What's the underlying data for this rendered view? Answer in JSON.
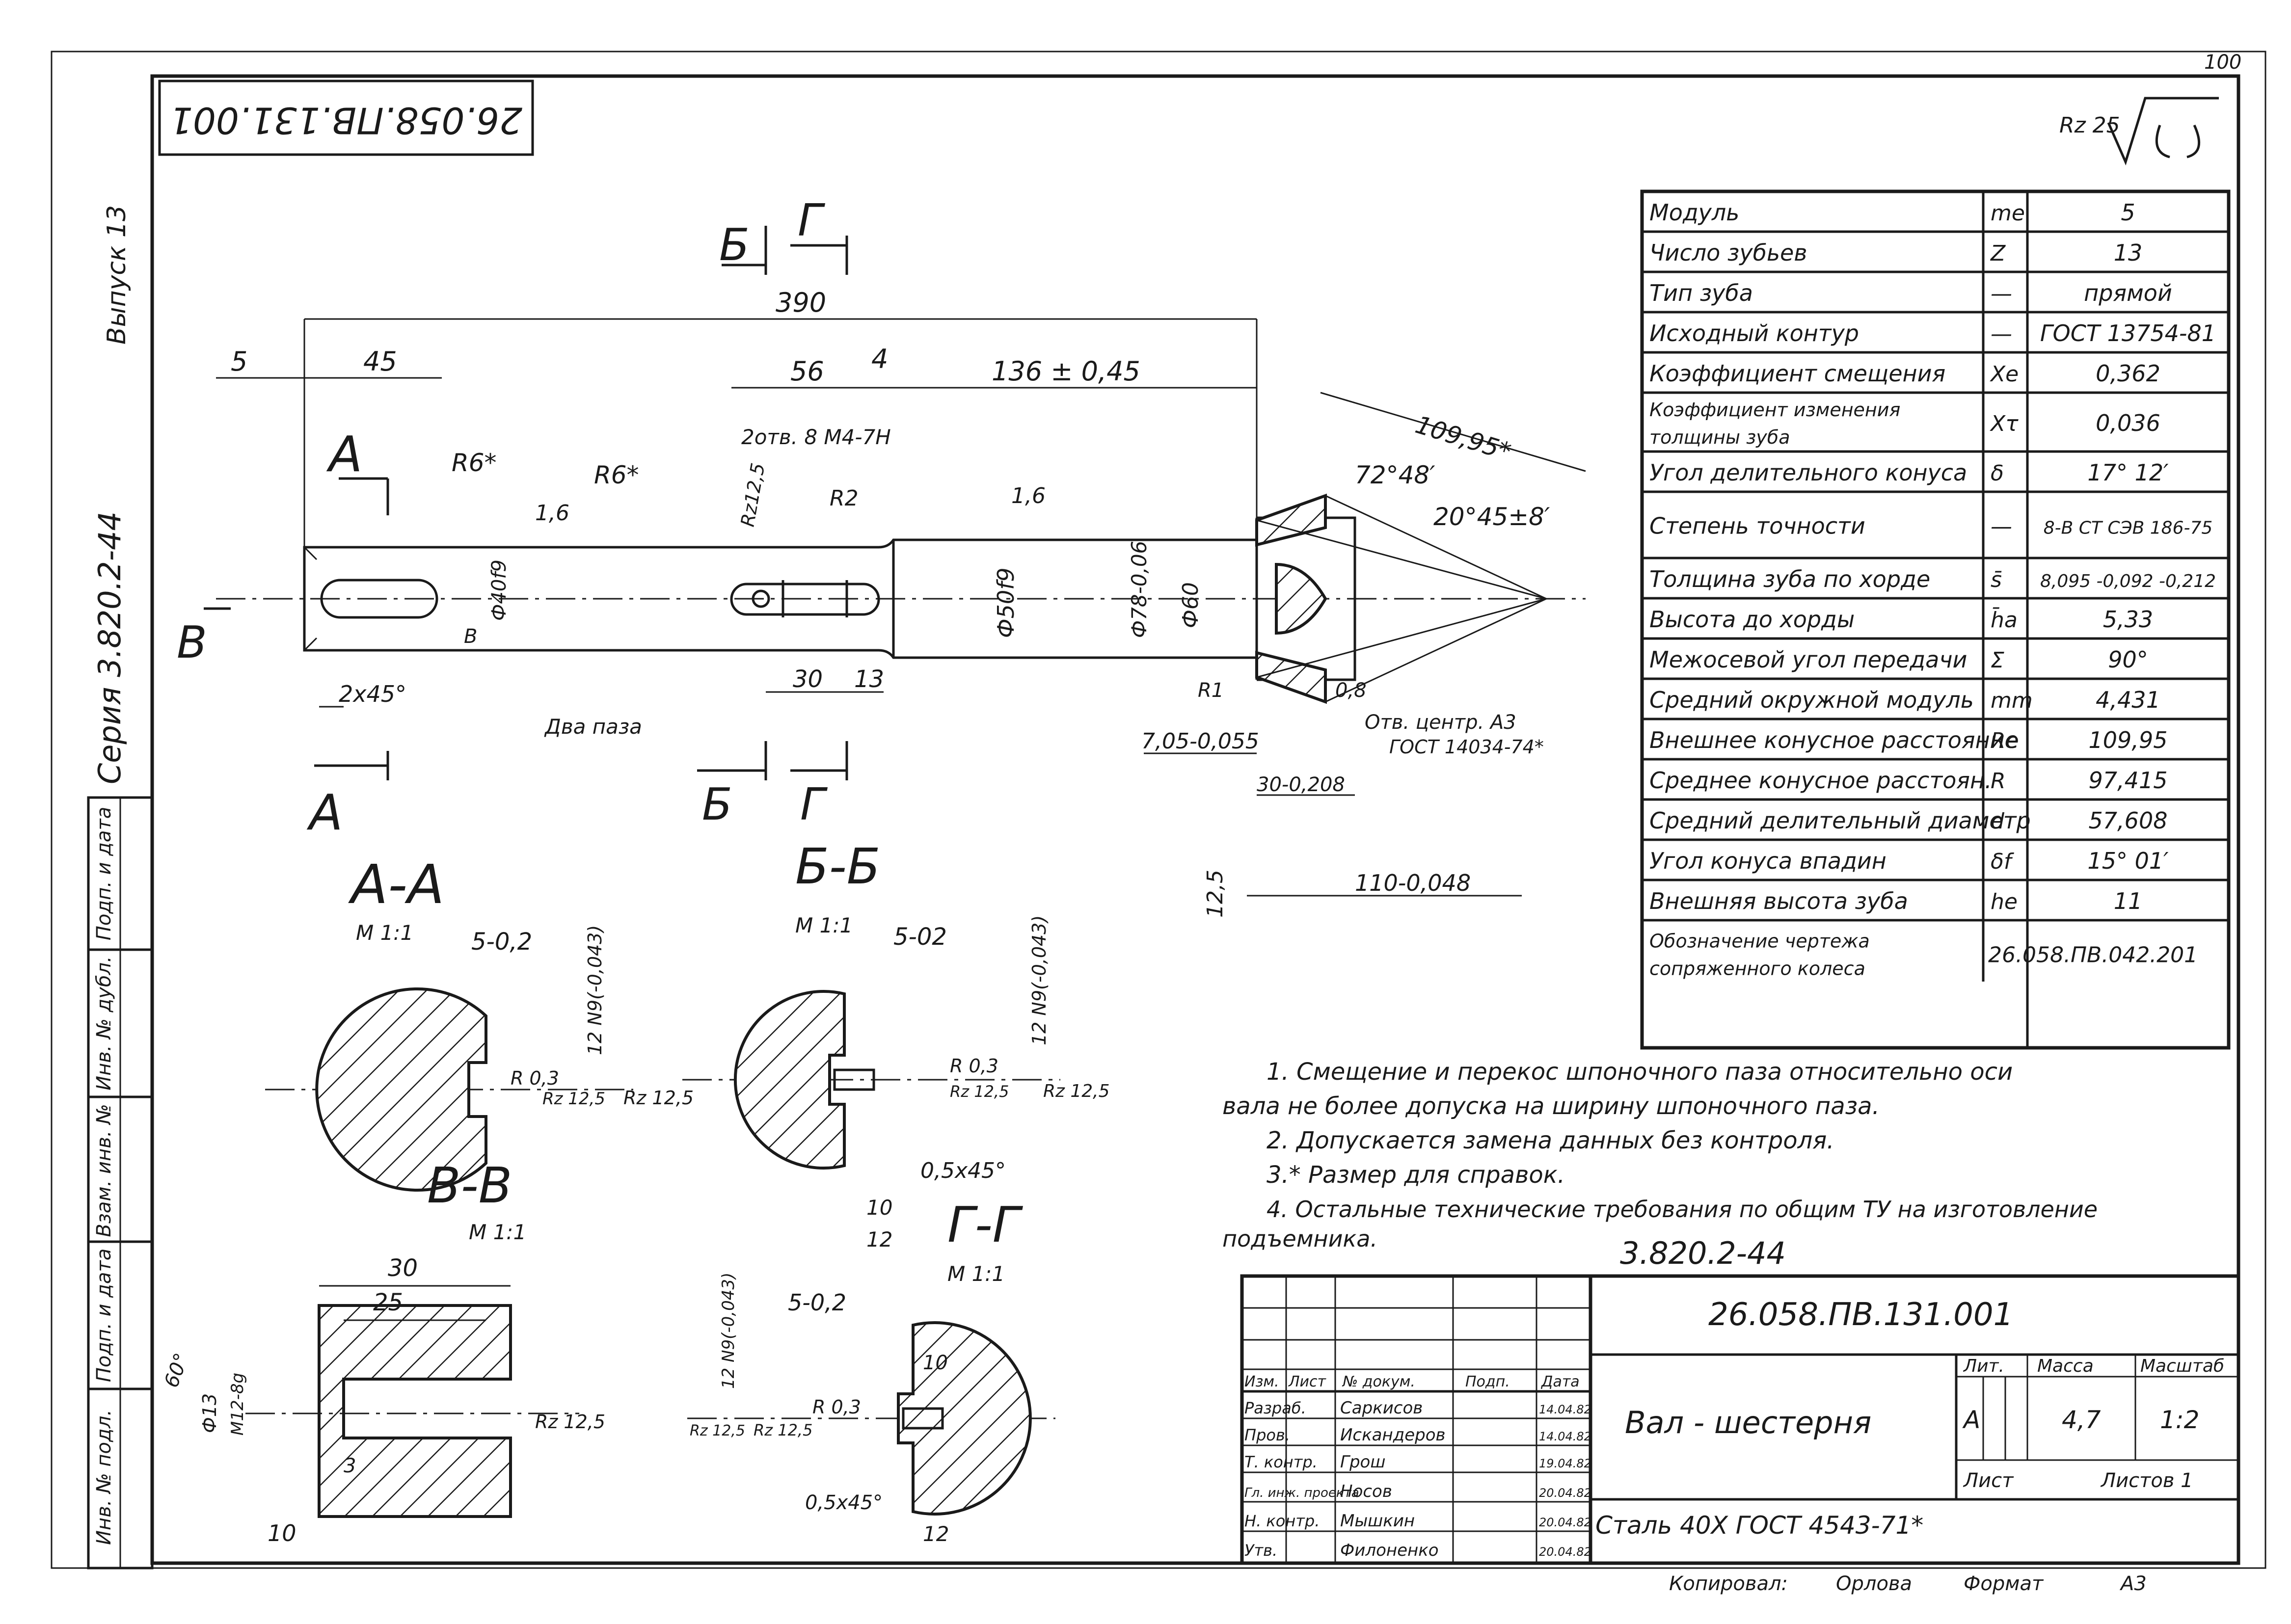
{
  "stamp_top": "26.058.ПВ.131.001",
  "sheet_corner": "100",
  "roughness": "Rz 25",
  "left_strip": {
    "issue": "Выпуск 13",
    "series": "Серия 3.820.2-44",
    "cells": [
      "Подп. и дата",
      "Инв. № дубл.",
      "Взам. инв. №",
      "Подп. и дата",
      "Инв. № подл."
    ]
  },
  "drawing": {
    "sections": {
      "b_mark": "Б",
      "g_mark": "Г",
      "a_mark": "А",
      "v_mark": "В"
    },
    "dims": {
      "total": "390",
      "d5": "5",
      "d45": "45",
      "d56": "56",
      "d4": "4",
      "d136": "136 ± 0,45",
      "d10995": "109,95*",
      "ang1": "72°48′",
      "ang2": "20°45±8′",
      "chamfer": "2x45°",
      "d30": "30",
      "d13": "13",
      "d705": "7,05-0,055",
      "d30b": "30-0,208",
      "d110": "110-0,048",
      "r6a": "R6*",
      "r6b": "R6*",
      "rz125": "Rz12,5",
      "r2": "R2",
      "holes": "2отв. 8 M4-7H",
      "f16a": "1,6",
      "f16b": "1,6",
      "phi40": "Ф40f9",
      "phi50": "Ф50f9",
      "phi78": "Ф78-0,06",
      "phi60": "Ф60",
      "two_slots": "Два паза",
      "center": "Отв. центр. А3",
      "center_gost": "ГОСТ 14034-74*",
      "r1": "R1",
      "d08": "0,8",
      "d125": "12,5",
      "b_small": "В"
    },
    "view_aa": {
      "title": "А-А",
      "scale": "М 1:1",
      "w": "5-0,2",
      "depth": "12 N9(-0,043)",
      "r": "R 0,3",
      "rz1": "Rz 12,5",
      "rz2": "Rz 12,5"
    },
    "view_bb": {
      "title": "Б-Б",
      "scale": "М 1:1",
      "w": "5-02",
      "depth": "12 N9(-0,043)",
      "r": "R 0,3",
      "rz1": "Rz 12,5",
      "rz2": "Rz 12,5",
      "ch": "0,5x45°",
      "d10": "10",
      "d12": "12"
    },
    "view_vv": {
      "title": "В-В",
      "scale": "М 1:1",
      "d30": "30",
      "d25": "25",
      "ang": "60°",
      "phi13": "Ф13",
      "m": "M12-8g",
      "d3": "3",
      "d10": "10",
      "rz": "Rz 12,5"
    },
    "view_gg": {
      "title": "Г-Г",
      "scale": "М 1:1",
      "w": "5-0,2",
      "depth": "12 N9(-0,043)",
      "r": "R 0,3",
      "rz1": "Rz 12,5",
      "rz2": "Rz 12,5",
      "d10": "10",
      "ch": "0,5x45°",
      "d12": "12"
    }
  },
  "params": [
    {
      "name": "Модуль",
      "sym": "me",
      "val": "5"
    },
    {
      "name": "Число зубьев",
      "sym": "Z",
      "val": "13"
    },
    {
      "name": "Тип зуба",
      "sym": "—",
      "val": "прямой"
    },
    {
      "name": "Исходный контур",
      "sym": "—",
      "val": "ГОСТ 13754-81"
    },
    {
      "name": "Коэффициент смещения",
      "sym": "Xe",
      "val": "0,362"
    },
    {
      "name": "Коэффициент изменения толщины зуба",
      "sym": "Xτ",
      "val": "0,036"
    },
    {
      "name": "Угол делительного конуса",
      "sym": "δ",
      "val": "17° 12′"
    },
    {
      "name": "Степень точности",
      "sym": "—",
      "val": "8-В СТ СЭВ 186-75"
    },
    {
      "name": "Толщина зуба по хорде",
      "sym": "s̄",
      "val": "8,095 -0,092 -0,212"
    },
    {
      "name": "Высота до хорды",
      "sym": "h̄a",
      "val": "5,33"
    },
    {
      "name": "Межосевой угол передачи",
      "sym": "Σ",
      "val": "90°"
    },
    {
      "name": "Средний окружной модуль",
      "sym": "mm",
      "val": "4,431"
    },
    {
      "name": "Внешнее конусное расстояние",
      "sym": "Re",
      "val": "109,95"
    },
    {
      "name": "Среднее конусное расстоян.",
      "sym": "R",
      "val": "97,415"
    },
    {
      "name": "Средний делительный диаметр",
      "sym": "d",
      "val": "57,608"
    },
    {
      "name": "Угол конуса впадин",
      "sym": "δf",
      "val": "15° 01′"
    },
    {
      "name": "Внешняя высота зуба",
      "sym": "he",
      "val": "11"
    },
    {
      "name": "Обозначение чертежа сопряженного колеса",
      "sym": "",
      "val": "26.058.ПВ.042.201"
    }
  ],
  "notes": [
    "1. Смещение и перекос шпоночного паза относительно оси вала не более допуска на ширину шпоночного паза.",
    "2. Допускается замена данных без контроля.",
    "3.* Размер для справок.",
    "4. Остальные технические требования по общим ТУ на изготовление подъемника."
  ],
  "series_under_notes": "3.820.2-44",
  "title_block": {
    "designation": "26.058.ПВ.131.001",
    "name": "Вал - шестерня",
    "material": "Сталь 40Х ГОСТ 4543-71*",
    "head_cols": [
      "Изм.",
      "Лист",
      "№ докум.",
      "Подп.",
      "Дата"
    ],
    "roles": [
      {
        "role": "Разраб.",
        "who": "Саркисов",
        "date": "14.04.82"
      },
      {
        "role": "Пров.",
        "who": "Искандеров",
        "date": "14.04.82"
      },
      {
        "role": "Т. контр.",
        "who": "Грош",
        "date": "19.04.82"
      },
      {
        "role": "Гл. инж. проекта",
        "who": "Носов",
        "date": "20.04.82"
      },
      {
        "role": "Н. контр.",
        "who": "Мышкин",
        "date": "20.04.82"
      },
      {
        "role": "Утв.",
        "who": "Филоненко",
        "date": "20.04.82"
      }
    ],
    "lit_label": "Лит.",
    "mass_label": "Масса",
    "scale_label": "Масштаб",
    "lit": "А",
    "mass": "4,7",
    "scale": "1:2",
    "sheet_label": "Лист",
    "sheets_label": "Листов 1"
  },
  "footer": {
    "copied": "Копировал:",
    "copier": "Орлова",
    "format": "Формат",
    "format_val": "А3"
  }
}
